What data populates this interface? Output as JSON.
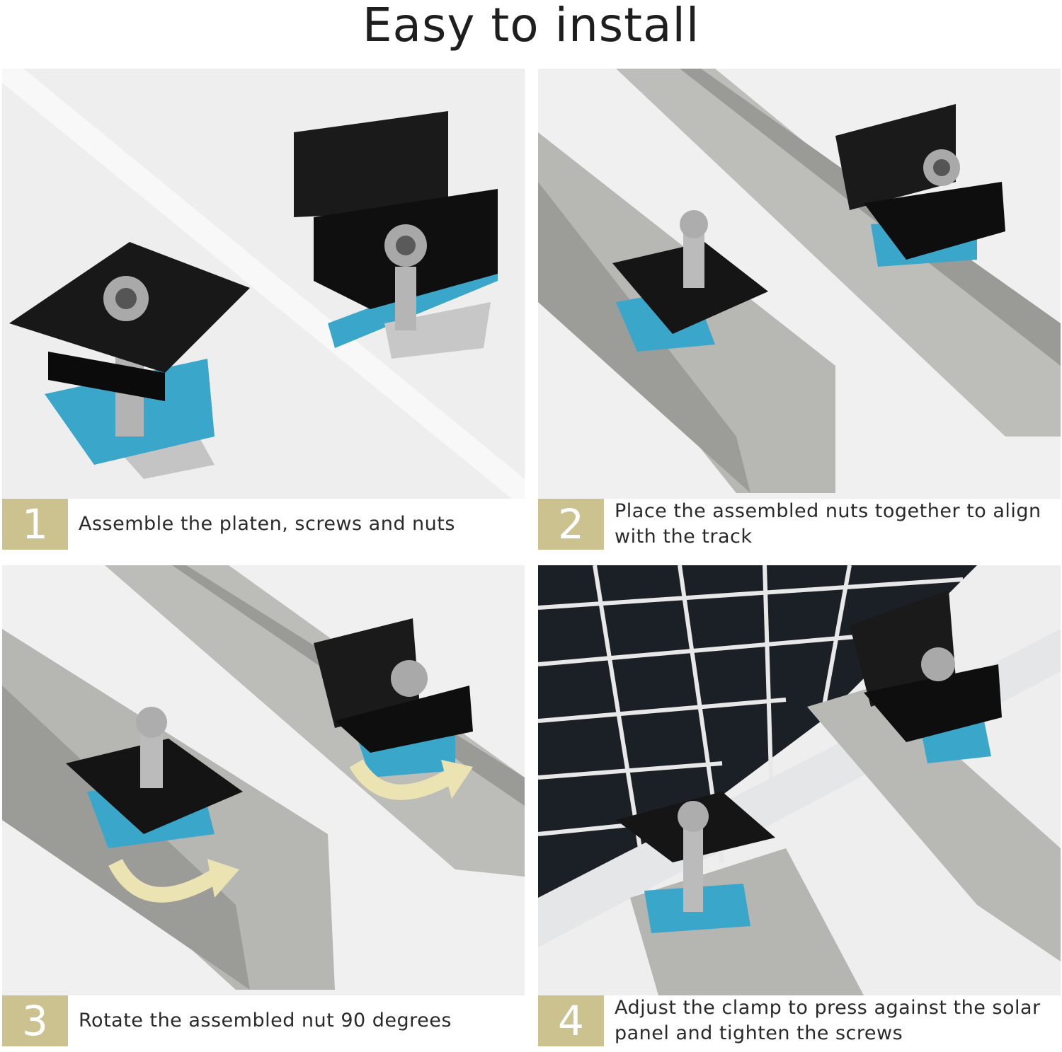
{
  "title": "Easy to install",
  "steps": [
    {
      "number": "1",
      "text": "Assemble the platen, screws and nuts"
    },
    {
      "number": "2",
      "text": "Place the assembled nuts together to align with the track"
    },
    {
      "number": "3",
      "text": "Rotate the assembled nut 90 degrees"
    },
    {
      "number": "4",
      "text": "Adjust the clamp to press against the solar panel and tighten the screws"
    }
  ],
  "colors": {
    "accent": "#ccc290",
    "clamp": "#161616",
    "nut": "#3aa6c9",
    "rail": "#b9b9b6",
    "arrow": "#ece3b3"
  }
}
